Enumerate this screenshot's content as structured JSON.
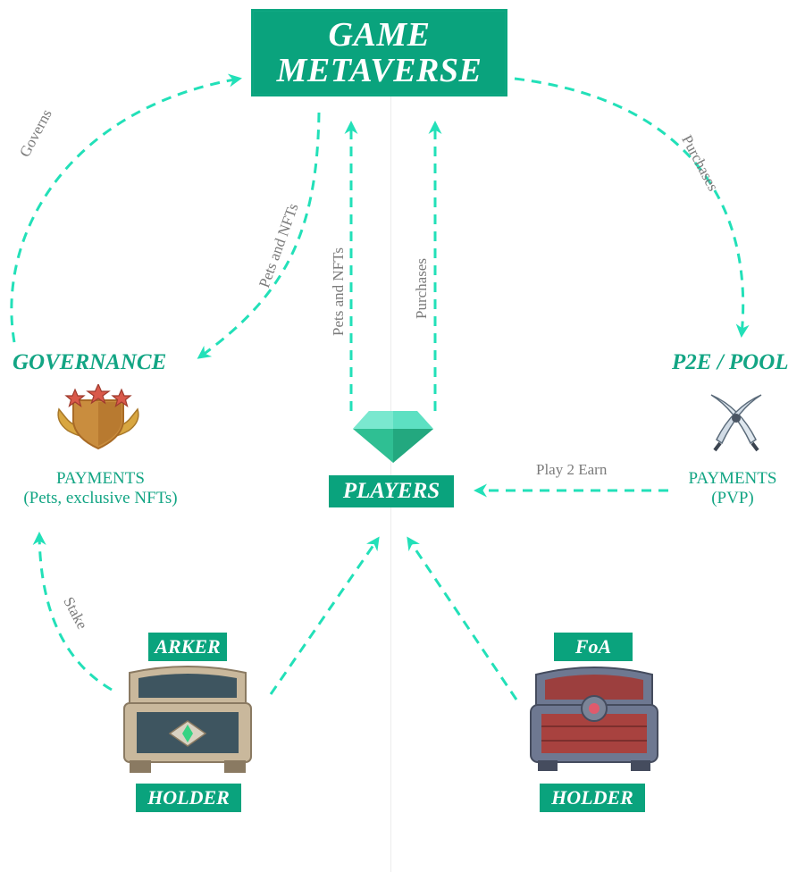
{
  "title": {
    "line1": "GAME",
    "line2": "METAVERSE"
  },
  "nodes": {
    "governance": {
      "label": "GOVERNANCE",
      "payments_line1": "PAYMENTS",
      "payments_line2": "(Pets, exclusive NFTs)"
    },
    "players": {
      "label": "PLAYERS"
    },
    "p2e_pool": {
      "label": "P2E / POOL",
      "payments_line1": "PAYMENTS",
      "payments_line2": "(PVP)"
    },
    "arker_holder": {
      "top_tag": "ARKER",
      "bottom_tag": "HOLDER"
    },
    "foa_holder": {
      "top_tag": "FoA",
      "bottom_tag": "HOLDER"
    }
  },
  "edges": {
    "governs": "Governs",
    "pets_nfts_left": "Pets and NFTs",
    "pets_nfts_center": "Pets and NFTs",
    "purchases_center": "Purchases",
    "purchases_right": "Purchases",
    "play2earn": "Play 2 Earn",
    "stake": "Stake"
  },
  "colors": {
    "accent": "#0aa37d",
    "arrow": "#22e0b8",
    "edge_text": "#7b7b7b"
  },
  "icons": [
    "gem-icon",
    "crest-shield-icon",
    "crossed-swords-icon",
    "arker-chest-icon",
    "foa-chest-icon"
  ]
}
